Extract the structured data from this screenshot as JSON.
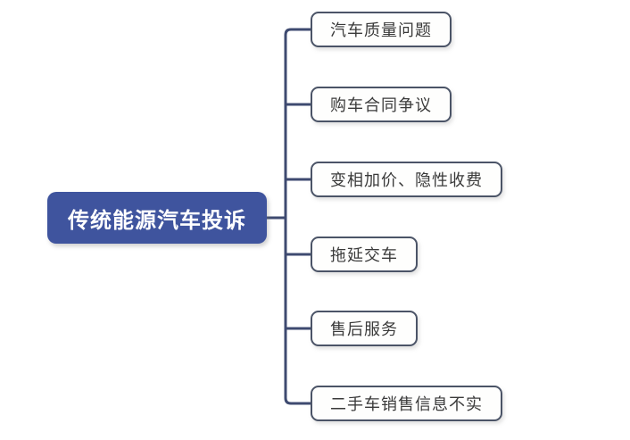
{
  "diagram": {
    "type": "mindmap",
    "root": {
      "label": "传统能源汽车投诉"
    },
    "children": [
      {
        "label": "汽车质量问题"
      },
      {
        "label": "购车合同争议"
      },
      {
        "label": "变相加价、隐性收费"
      },
      {
        "label": "拖延交车"
      },
      {
        "label": "售后服务"
      },
      {
        "label": "二手车销售信息不实"
      }
    ],
    "colors": {
      "root_fill": "#3F549E",
      "root_text": "#FFFFFF",
      "connector_line": "#3E4A70",
      "child_border": "#4B5467",
      "child_fill": "#FEFEFD",
      "child_text": "#3A3A3A",
      "background": "#FFFFFF"
    }
  }
}
